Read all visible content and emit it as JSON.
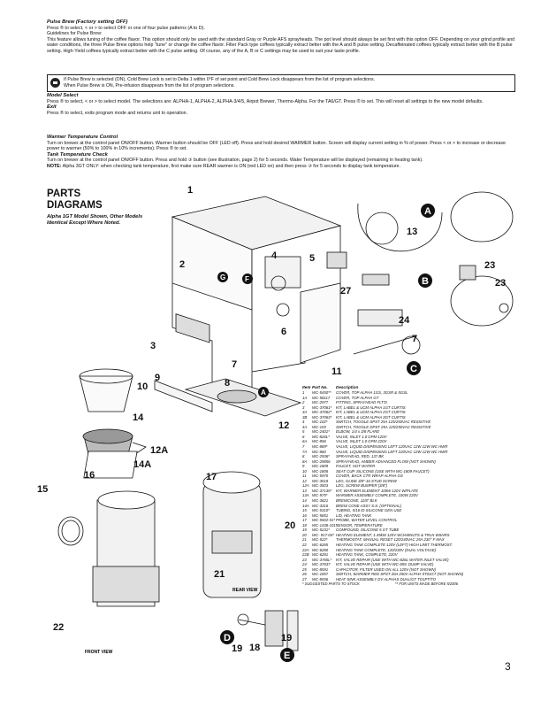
{
  "pulse_brew": {
    "heading": "Pulse Brew (Factory setting OFF)",
    "p1": "Press ® to select, < or > to select OFF or one of four pulse patterns (A to D).",
    "p2": "Guidelines for Pulse Brew:",
    "p3": "This feature allows tuning of the coffee flavor. This option should only be used with the standard Gray or Purple AFS sprayheads. The pot level should always be set first with this option OFF. Depending on your grind profile and water conditions, the three Pulse Brew options help \"tune\" or change the coffee flavor. Filter Pack type coffees typically extract better with the A and B pulse setting. Decaffeinated coffees typically extract better with the B pulse setting. High-Yield coffees typically extract better with the C pulse setting. Of course, any of the A, B or C settings may be used to suit your taste profile."
  },
  "callout": {
    "line1": "If Pulse Brew is selected (ON), Cold Brew Lock is set to Delta 1 within 0°F of set point and Cold Brew Lock disappears from the list of program selections.",
    "line2": "When Pulse Brew is ON, Pre-infusion disappears from the list of program selections."
  },
  "model_select": {
    "heading": "Model Select",
    "text": "Press ® to select, < or > to select model. The selections are: ALPHA-1, ALPHA-2, ALPHA-3/4/5, Airpot Brewer, Thermo-Alpha. For the TA6/GT. Press ® to set. This will reset all settings to the new model defaults."
  },
  "exit": {
    "heading": "Exit",
    "text": "Press ® to select, exits program mode and returns unit to operation."
  },
  "warmer": {
    "heading": "Warmer Temperature Control",
    "text": "Turn on brewer at the control panel ON/OFF button. Warmer button should be OFF (LED off). Press and hold desired WARMER button. Screen will display current setting in % of power. Press < or > to increase or decrease power to warmer (50% to 100% in 10% increments). Press ® to set."
  },
  "tank": {
    "heading": "Tank Temperature Check",
    "text": "Turn on brewer at the control panel ON/OFF button. Press and hold ③ button (see illustration, page 2) for 5 seconds. Water Temperature will be displayed (remaining in heating tank).",
    "note_label": "NOTE:",
    "note_text": "Alpha 3GT ONLY: when checking tank temperature, first make sure REAR warmer is ON (red LED on) and then press ③ for 5 seconds to display tank temperature."
  },
  "diagram": {
    "title_line1": "PARTS",
    "title_line2": "DIAGRAMS",
    "subtitle": "Alpha 1GT Model Shown, Other Models Identical Except Where Noted.",
    "rear_view": "REAR VIEW",
    "front_view": "FRONT VIEW",
    "labels": [
      "1",
      "2",
      "4",
      "5",
      "6",
      "7",
      "8",
      "9",
      "3",
      "10",
      "11",
      "12",
      "12A",
      "13",
      "14",
      "14A",
      "15",
      "16",
      "17",
      "18",
      "19",
      "20",
      "21",
      "22",
      "23",
      "24",
      "27"
    ],
    "letters": [
      "A",
      "B",
      "C",
      "D",
      "E",
      "F",
      "G"
    ]
  },
  "parts_header": {
    "item": "Item",
    "part": "Part No.",
    "desc": "Description"
  },
  "parts": [
    [
      "1",
      "WC-5450**",
      "COVER, TOP ALPHA 1GS, 3GSR & 5GSL"
    ],
    [
      "1A",
      "WC-58117",
      "COVER, TOP ALPHA GT"
    ],
    [
      "2",
      "WC-2977",
      "FITTING, SPRAYHEAD FLT'D"
    ],
    [
      "3",
      "WC-37061*",
      "KIT, LABEL & UCM ALPHA 1GT CURTIS"
    ],
    [
      "3A",
      "WC-37062*",
      "KIT, LABEL & UCM ALPHA 2GT CURTIS"
    ],
    [
      "3B",
      "WC-37063*",
      "KIT, LABEL & UCM ALPHA 3GT CURTIS"
    ],
    [
      "4",
      "WC-102*",
      "SWITCH, TOGGLE SPST 25A 125/250VAC RESISTIVE"
    ],
    [
      "4A",
      "WC-103",
      "SWITCH, TOGGLE DPST 25A 125/250VAC RESISTIVE"
    ],
    [
      "5",
      "WC-2401*",
      "ELBOW, 1/4 x 3/8 FLARE"
    ],
    [
      "6",
      "WC-826L*",
      "VALVE, INLET 1.0 GPM 120V"
    ],
    [
      "6A",
      "WC-856",
      "VALVE, INLET 1.0 GPM 220V"
    ],
    [
      "7",
      "WC-889*",
      "VALVE, LIQUID DISPENSING LEFT 120VAC 12W 12W WC HWR"
    ],
    [
      "7A",
      "WC-860",
      "VALVE, LIQUID DISPENSING LEFT 220VAC 12W 12W WC HWR"
    ],
    [
      "8",
      "WC-2936*",
      "SPRAYHEAD, RED, 137 BK"
    ],
    [
      "8A",
      "WC-29856",
      "SPRAYHEAD, AMBER ADVANCED FLOW (NOT SHOWN)"
    ],
    [
      "9",
      "WC-1809",
      "FAUCET, HOT WATER"
    ],
    [
      "10",
      "WC-1806",
      "SEAT CUP, SILICONE (USE WITH WC-1809 FAUCET)"
    ],
    [
      "11",
      "WC-5970",
      "COVER, BACK CTR WRAP ALPHA GS"
    ],
    [
      "12",
      "WC-3518",
      "LEG, GLIDE 3/8\"-16 STUD SCREW"
    ],
    [
      "12A",
      "WC-3503",
      "LEG, SCREW BUMPER (3/8\")"
    ],
    [
      "13",
      "WC-37135*",
      "KIT, WARMER ELEMENT 100W 120V W/PLATE"
    ],
    [
      "13A",
      "WC-975*",
      "WARMER ASSEMBLY COMPLETE, 100W 220V"
    ],
    [
      "14",
      "WC-3621",
      "BREWCONE, 11/8\" BLK"
    ],
    [
      "14A",
      "WC-3316",
      "BREW CONE ASSY S.S. (OPTIONAL)"
    ],
    [
      "15",
      "WC-5310*",
      "TUBING, 5/16 ID SILICONE GEN USE"
    ],
    [
      "16",
      "WC-5851",
      "LID, HEATING TANK"
    ],
    [
      "17",
      "WC-5502-01*",
      "PROBE, WATER LEVEL CONTROL"
    ],
    [
      "18",
      "WC-1438-101*",
      "SENSOR, TEMPERATURE"
    ],
    [
      "19",
      "WC-5231*",
      "COMPOUND, SILICONE 5 GT TUBE"
    ],
    [
      "20",
      "WC- 917-04*",
      "HEATING ELEMENT, 1.45kW 120V W/JAMNUTS & TRLN WSHRS"
    ],
    [
      "21",
      "WC-522*",
      "THERMOSTAT, MANUAL RESET 120/240VAC 25A 230° F MAX"
    ],
    [
      "22",
      "WC-6265",
      "HEATING TANK COMPLETE 120V (LEFT) HIGH LIMIT THERMOST."
    ],
    [
      "22A",
      "WC-6280",
      "HEATING TANK COMPLETE, 120/230V (DUAL VOLTAGE)"
    ],
    [
      "22B",
      "WC-6281",
      "HEATING TANK, COMPLETE, 220V"
    ],
    [
      "23",
      "WC-3765L*",
      "KIT, VALVE REPAIR (USE WITH WC-826L WATER INLET VALVE)"
    ],
    [
      "24",
      "WC-37637",
      "KIT, VALVE REPAIR (USE WITH WC-859, DUMP VALVE)"
    ],
    [
      "25",
      "WC-8591",
      "CAPACITOR, FILTER USED ON ALL 120V (NOT SHOWN)"
    ],
    [
      "26",
      "WC-1857",
      "SWITCH, WARMER RED SPST 20A 250V ALPHA 5T01GT (NOT SHOWN)"
    ],
    [
      "27",
      "WC-8556",
      "HEAT SINK ASSEMBLY DV ALPHAS DUAL/GT TO1PT/TO"
    ]
  ],
  "footnotes": {
    "left": "* SUGGESTED PARTS TO STOCK",
    "right": "** FOR UNITS MADE BEFORE 5/2006"
  },
  "page_number": "3"
}
